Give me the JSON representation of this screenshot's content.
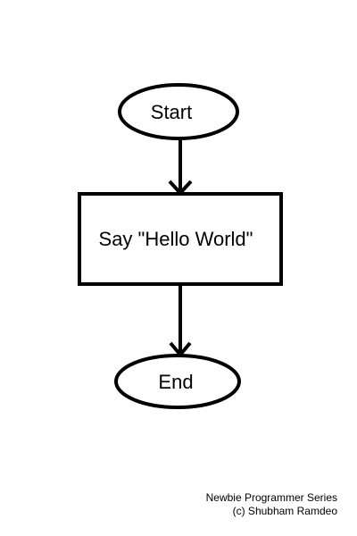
{
  "diagram": {
    "nodes": [
      {
        "id": "start",
        "shape": "ellipse",
        "label": "Start"
      },
      {
        "id": "action",
        "shape": "rectangle",
        "label": "Say \"Hello World\""
      },
      {
        "id": "end",
        "shape": "ellipse",
        "label": "End"
      }
    ],
    "edges": [
      {
        "from": "start",
        "to": "action"
      },
      {
        "from": "action",
        "to": "end"
      }
    ]
  },
  "footer": {
    "line1": "Newbie Programmer Series",
    "line2": "(c) Shubham Ramdeo"
  },
  "colors": {
    "stroke": "#000000",
    "background": "#ffffff"
  }
}
